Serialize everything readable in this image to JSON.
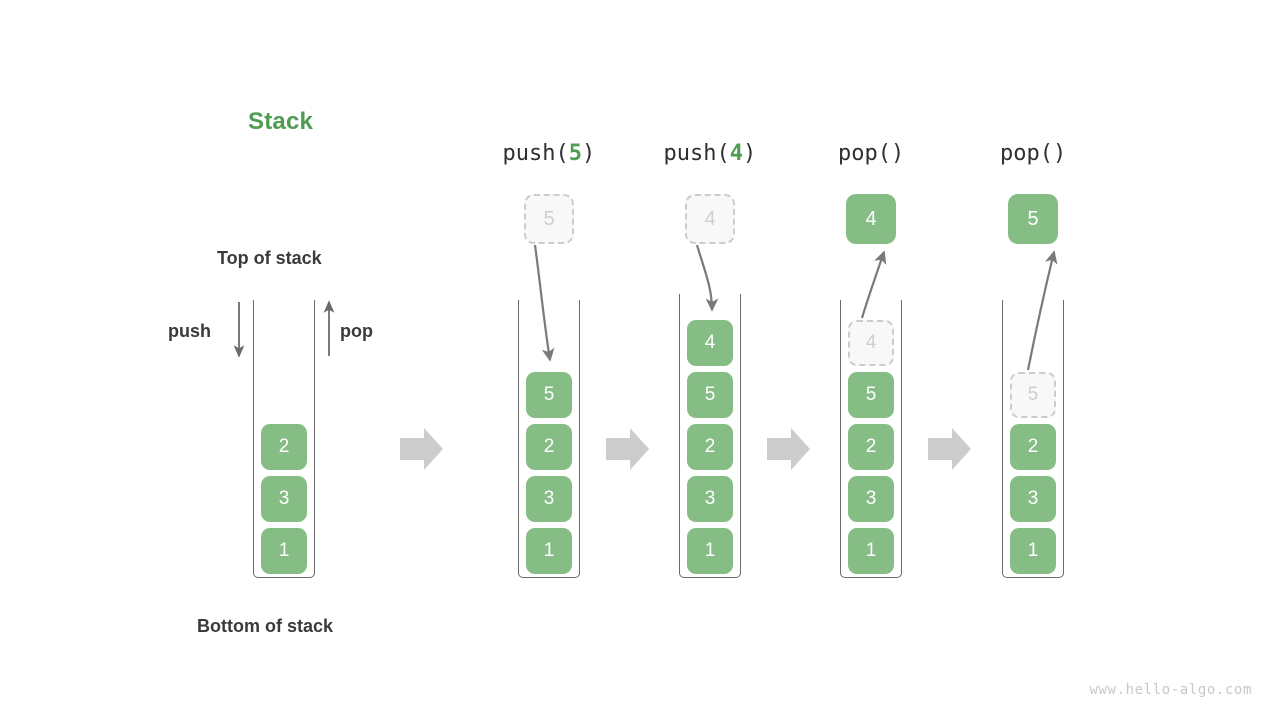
{
  "title": "Stack",
  "labels": {
    "top_of_stack": "Top of stack",
    "bottom_of_stack": "Bottom of stack",
    "push": "push",
    "pop": "pop"
  },
  "watermark": "www.hello-algo.com",
  "colors": {
    "accent_green": "#4e9c52",
    "cell_green": "#85bd85",
    "ghost_fill": "#f8f8f8",
    "ghost_border": "#cccccc",
    "ghost_text": "#cfcfcf",
    "tube_stroke": "#6b6b6b",
    "arrow_gray": "#7a7a7a",
    "transition_arrow": "#cccccc",
    "text_dark": "#3a3a3a",
    "watermark": "#c8c8c8"
  },
  "columns": [
    {
      "id": "initial",
      "header": null,
      "header_prefix": null,
      "header_arg": null,
      "header_suffix": null,
      "float_box": null,
      "cells": [
        {
          "value": "2",
          "state": "solid"
        },
        {
          "value": "3",
          "state": "solid"
        },
        {
          "value": "1",
          "state": "solid"
        }
      ]
    },
    {
      "id": "push-5",
      "header_prefix": "push(",
      "header_arg": "5",
      "header_suffix": ")",
      "float_box": {
        "value": "5",
        "state": "ghost"
      },
      "cells": [
        {
          "value": "5",
          "state": "solid"
        },
        {
          "value": "2",
          "state": "solid"
        },
        {
          "value": "3",
          "state": "solid"
        },
        {
          "value": "1",
          "state": "solid"
        }
      ]
    },
    {
      "id": "push-4",
      "header_prefix": "push(",
      "header_arg": "4",
      "header_suffix": ")",
      "float_box": {
        "value": "4",
        "state": "ghost"
      },
      "cells": [
        {
          "value": "4",
          "state": "solid"
        },
        {
          "value": "5",
          "state": "solid"
        },
        {
          "value": "2",
          "state": "solid"
        },
        {
          "value": "3",
          "state": "solid"
        },
        {
          "value": "1",
          "state": "solid"
        }
      ]
    },
    {
      "id": "pop-4",
      "header_prefix": "pop(",
      "header_arg": "",
      "header_suffix": ")",
      "float_box": {
        "value": "4",
        "state": "solid"
      },
      "cells": [
        {
          "value": "4",
          "state": "ghost"
        },
        {
          "value": "5",
          "state": "solid"
        },
        {
          "value": "2",
          "state": "solid"
        },
        {
          "value": "3",
          "state": "solid"
        },
        {
          "value": "1",
          "state": "solid"
        }
      ]
    },
    {
      "id": "pop-5",
      "header_prefix": "pop(",
      "header_arg": "",
      "header_suffix": ")",
      "float_box": {
        "value": "5",
        "state": "solid"
      },
      "cells": [
        {
          "value": "5",
          "state": "ghost"
        },
        {
          "value": "2",
          "state": "solid"
        },
        {
          "value": "3",
          "state": "solid"
        },
        {
          "value": "1",
          "state": "solid"
        }
      ]
    }
  ]
}
